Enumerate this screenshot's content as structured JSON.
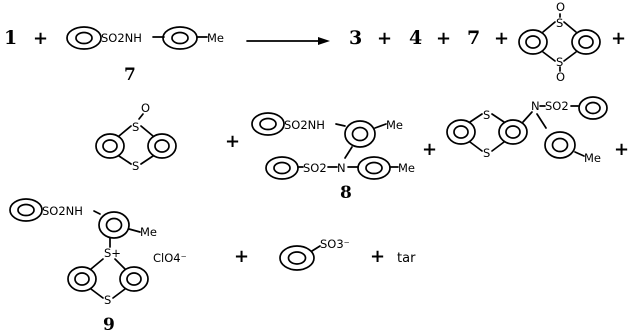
{
  "equation": {
    "reactant_1": "1",
    "reactant_2_label": "7",
    "plus": "+",
    "products": [
      "3",
      "4",
      "7"
    ]
  },
  "groups": {
    "so2nh": "SO2NH",
    "so2": "SO2",
    "me": "Me",
    "s": "S",
    "n": "N",
    "o": "O",
    "s_plus": "S+",
    "perchlorate": "ClO4⁻",
    "sulfonate": "SO3⁻"
  },
  "compound_labels": {
    "bis_sulfonamide": "8",
    "sulfonium_salt": "9"
  },
  "byproduct": "tar"
}
